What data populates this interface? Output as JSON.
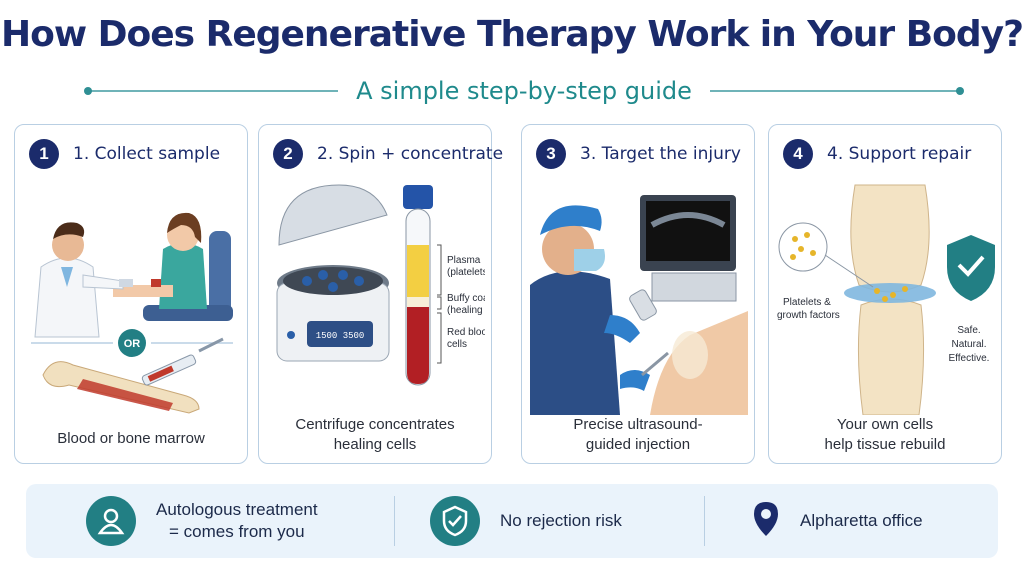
{
  "header": {
    "title": "How Does Regenerative Therapy Work in Your Body?",
    "subtitle": "A simple step-by-step guide"
  },
  "steps": [
    {
      "number": "1",
      "label": "1. Collect sample",
      "divider_text": "OR",
      "caption": "Blood or bone marrow"
    },
    {
      "number": "2",
      "label": "2. Spin + concentrate",
      "centrifuge_display": "1500 3500",
      "tube_labels": [
        "Plasma",
        "(platelets)",
        "Buffy coat",
        "(healing cells)",
        "Red blood",
        "cells"
      ],
      "caption_line1": "Centrifuge concentrates",
      "caption_line2": "healing cells"
    },
    {
      "number": "3",
      "label": "3. Target the injury",
      "caption_line1": "Precise ultrasound-",
      "caption_line2": "guided injection"
    },
    {
      "number": "4",
      "label": "4. Support repair",
      "callout_line1": "Platelets &",
      "callout_line2": "growth factors",
      "badge_text": [
        "Safe.",
        "Natural.",
        "Effective."
      ],
      "caption_line1": "Your own cells",
      "caption_line2": "help tissue rebuild"
    }
  ],
  "features": [
    {
      "icon": "person-icon",
      "line1": "Autologous treatment",
      "line2": "= comes from you"
    },
    {
      "icon": "shield-check-icon",
      "line1": "No rejection risk"
    },
    {
      "icon": "location-pin-icon",
      "line1": "Alpharetta office"
    }
  ],
  "colors": {
    "navy": "#1b2b6b",
    "teal": "#227f84",
    "card_border": "#b9cfe3",
    "panel_bg": "#eaf3fb"
  }
}
